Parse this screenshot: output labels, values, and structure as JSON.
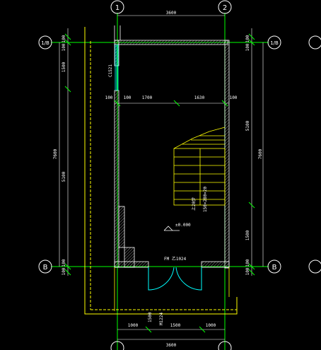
{
  "axes": {
    "col_1": "1",
    "col_2": "2",
    "row_top": "1/B",
    "row_bottom": "B"
  },
  "dimensions": {
    "top_overall": "3600",
    "bottom_overall": "3600",
    "left_total": "7600",
    "left_upper": "1500",
    "left_lower": "5100",
    "left_edge_1": "100",
    "left_edge_2": "100",
    "left_edge_3": "100",
    "left_edge_4": "100",
    "right_total": "7600",
    "right_upper": "5100",
    "right_lower": "1500",
    "right_edge_1": "100",
    "right_edge_2": "100",
    "right_edge_3": "100",
    "right_edge_4": "100",
    "mid_wall_1": "100",
    "mid_wall_2": "100",
    "mid_span_1": "1700",
    "mid_span_2": "1630",
    "mid_wall_3": "100",
    "window_label": "C1521",
    "bottom_left": "1000",
    "bottom_right": "1000",
    "door_width": "1500"
  },
  "annotations": {
    "level_mark": "±0.000",
    "door_tag": "FM 乙1024",
    "stair_note": "上20步",
    "stair_note2": "150×280×20",
    "tread_note": "1500",
    "door_sub": "M1224"
  },
  "colors": {
    "background": "#000000",
    "axis_line": "#00ff00",
    "wall": "#ffffff",
    "hatch": "#8a8a8a",
    "dimension": "#ffffff",
    "stair": "#ffff00",
    "door": "#00ffff",
    "outline": "#ffff00"
  }
}
